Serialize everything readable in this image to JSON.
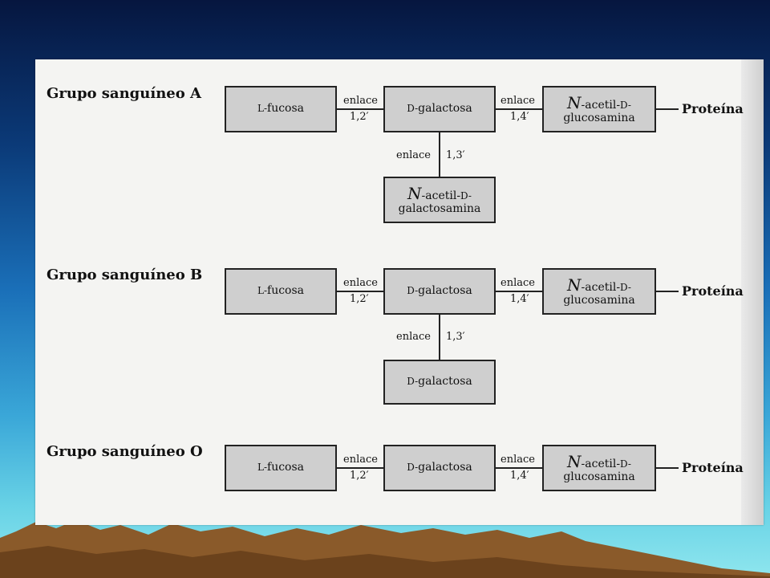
{
  "groups": {
    "a": {
      "title": "Grupo sanguíneo A",
      "fucosa": "fucosa",
      "fucosa_prefix": "L-",
      "galactosa": "galactosa",
      "galactosa_prefix": "D-",
      "nacetil_n": "N",
      "nacetil_line1": "-acetil-",
      "nacetil_d": "D-",
      "nacetil_line2": "glucosamina",
      "branch_n": "N",
      "branch_line1": "-acetil-",
      "branch_d": "D-",
      "branch_line2": "galactosamina",
      "link1_top": "enlace",
      "link1_bottom": "1,2′",
      "link2_top": "enlace",
      "link2_bottom": "1,4′",
      "link3_left": "enlace",
      "link3_right": "1,3′",
      "protein": "Proteína"
    },
    "b": {
      "title": "Grupo sanguíneo B",
      "fucosa": "fucosa",
      "fucosa_prefix": "L-",
      "galactosa": "galactosa",
      "galactosa_prefix": "D-",
      "nacetil_n": "N",
      "nacetil_line1": "-acetil-",
      "nacetil_d": "D-",
      "nacetil_line2": "glucosamina",
      "branch_galactosa": "galactosa",
      "branch_prefix": "D-",
      "link1_top": "enlace",
      "link1_bottom": "1,2′",
      "link2_top": "enlace",
      "link2_bottom": "1,4′",
      "link3_left": "enlace",
      "link3_right": "1,3′",
      "protein": "Proteína"
    },
    "o": {
      "title": "Grupo sanguíneo O",
      "fucosa": "fucosa",
      "fucosa_prefix": "L-",
      "galactosa": "galactosa",
      "galactosa_prefix": "D-",
      "nacetil_n": "N",
      "nacetil_line1": "-acetil-",
      "nacetil_d": "D-",
      "nacetil_line2": "glucosamina",
      "link1_top": "enlace",
      "link1_bottom": "1,2′",
      "link2_top": "enlace",
      "link2_bottom": "1,4′",
      "protein": "Proteína"
    }
  },
  "colors": {
    "box_fill": "#cfcfcf",
    "ink": "#111111",
    "paper": "#f4f4f2"
  }
}
